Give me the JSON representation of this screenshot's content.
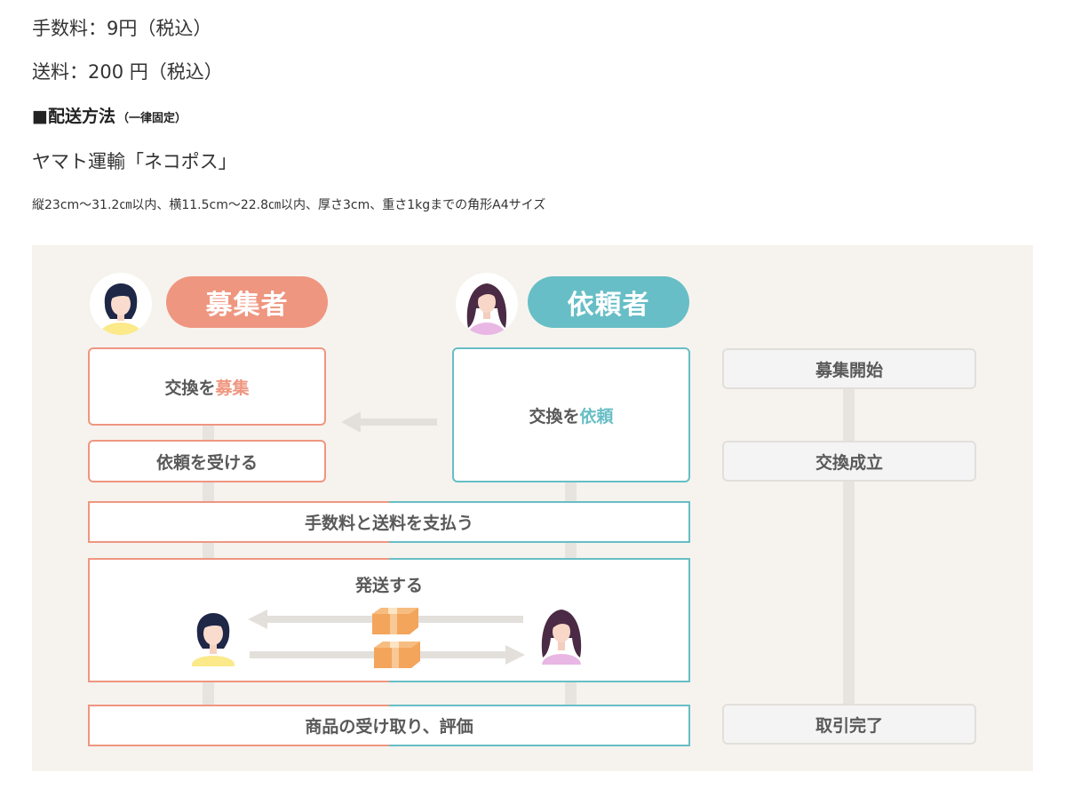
{
  "info": {
    "fee": "手数料：9円（税込）",
    "shipping": "送料：200 円（税込）",
    "method_heading": "■配送方法",
    "method_note": "（一律固定）",
    "carrier": "ヤマト運輸「ネコポス」",
    "size": "縦23cm～31.2㎝以内、横11.5cm～22.8㎝以内、厚さ3cm、重さ1kgまでの角形A4サイズ"
  },
  "diagram": {
    "recruiter_label": "募集者",
    "requester_label": "依頼者",
    "recruit_box": {
      "prefix": "交換を",
      "highlight": "募集"
    },
    "request_box": {
      "prefix": "交換を",
      "highlight": "依頼"
    },
    "receive_request": "依頼を受ける",
    "pay": "手数料と送料を支払う",
    "ship": "発送する",
    "receive_review": "商品の受け取り、評価",
    "status": [
      "募集開始",
      "交換成立",
      "取引完了"
    ]
  },
  "colors": {
    "recruiter": "#ef9680",
    "requester": "#67bec6",
    "background": "#f6f3ee",
    "status_box": "#f4f4f4",
    "package": "#f4a55c"
  },
  "icons": [
    "recruiter-avatar-icon",
    "requester-avatar-icon",
    "arrow-left-icon",
    "arrow-right-icon",
    "package-icon"
  ]
}
